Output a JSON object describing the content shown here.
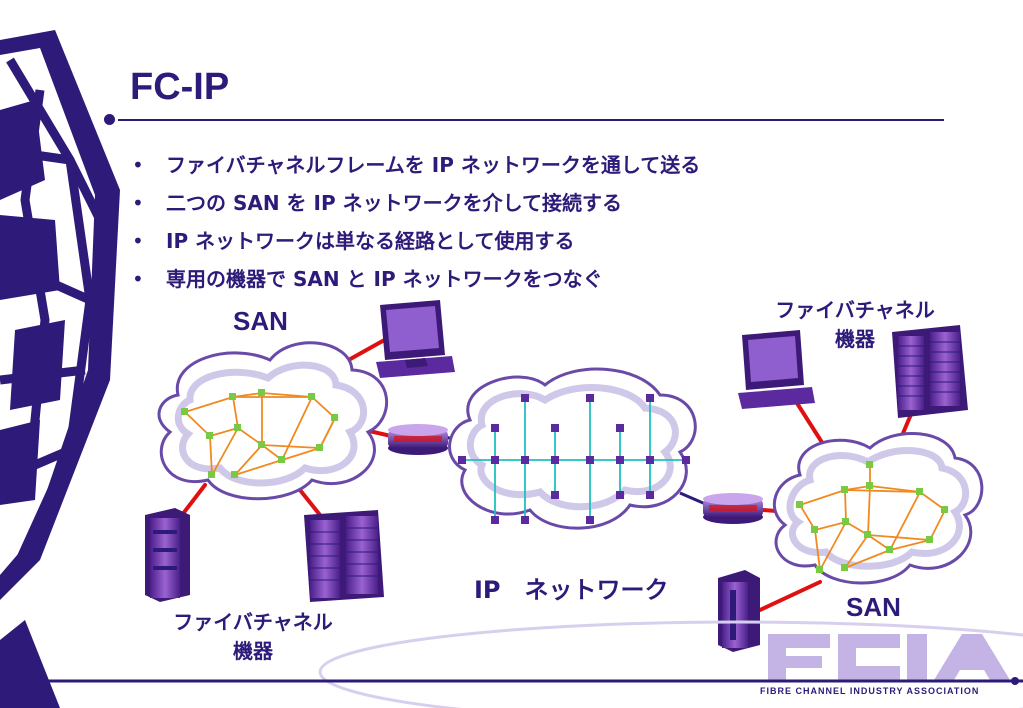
{
  "title": "FC-IP",
  "bullets": [
    "ファイバチャネルフレームを IP ネットワークを通して送る",
    "二つの SAN を IP ネットワークを介して接続する",
    "IP ネットワークは単なる経路として使用する",
    "専用の機器で SAN と IP ネットワークをつなぐ"
  ],
  "diagram": {
    "san_left_label": "SAN",
    "san_right_label": "SAN",
    "ip_network_label": "IP　ネットワーク",
    "fc_device_right": {
      "line1": "ファイバチャネル",
      "line2": "機器"
    },
    "fc_device_left": {
      "line1": "ファイバチャネル",
      "line2": "機器"
    }
  },
  "logo": {
    "text": "FCIA",
    "subtitle": "FIBRE CHANNEL INDUSTRY ASSOCIATION"
  },
  "colors": {
    "primary": "#2e1a78",
    "link": "#e01010",
    "san_mesh": "#f08a20",
    "ip_mesh": "#20c0c0",
    "node_green": "#7ac943",
    "node_purple": "#5b2a9e",
    "equipment": "#7b3fb3"
  }
}
